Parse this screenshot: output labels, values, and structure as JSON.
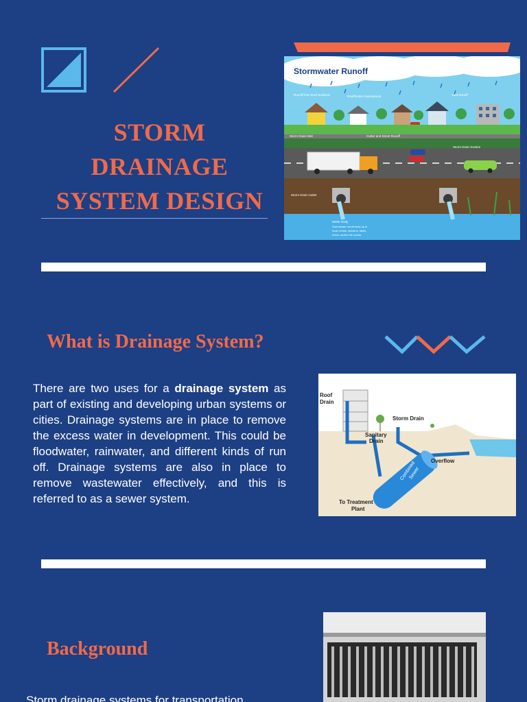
{
  "title": {
    "line1": "STORM",
    "line2": "DRAINAGE",
    "line3": "SYSTEM DESIGN"
  },
  "runoff_figure": {
    "heading": "Stormwater Runoff",
    "labels": {
      "roof_runoff": "Runoff from Roof Surfaces",
      "downspouts": "Roof/Gutter Downspouts",
      "yard_runoff": "Yard Runoff",
      "storm_drain_inlet_top": "Storm Drain Inlet",
      "gutter_street": "Gutter and Street Runoff",
      "storm_drain_system_top": "Storm Drain System",
      "storm_drain_inlet_bottom": "Storm Drain Inlet",
      "storm_drain_system_bottom": "Storm Drain System",
      "storm_drain_outlet": "Storm Drain Outlet",
      "water_body": "Water Body",
      "water_body_note_1": "Stormwater runoff ends up in",
      "water_body_note_2": "local creeks, streams, lakes,",
      "water_body_note_3": "rivers, and/or the ocean."
    }
  },
  "section_what": {
    "heading": "What is Drainage System?",
    "text_pre": "There are two uses for a ",
    "text_bold": "drainage system",
    "text_post": " as part of existing and developing urban systems or cities. Drainage systems are in place to remove the excess water in development. This could be floodwater, rainwater, and different kinds of run off. Drainage systems are also in place to remove wastewater effectively, and this is referred to as a sewer system."
  },
  "drain_figure": {
    "roof_drain_1": "Roof",
    "roof_drain_2": "Drain",
    "storm_drain": "Storm Drain",
    "sanitary_1": "Sanitary",
    "sanitary_2": "Drain",
    "combined_1": "Combined",
    "combined_2": "Sewer",
    "overflow": "Overflow",
    "treatment_1": "To Treatment",
    "treatment_2": "Plant"
  },
  "section_background": {
    "heading": "Background",
    "text": "Storm drainage systems for transportation"
  },
  "colors": {
    "background": "#1d3f84",
    "accent_orange": "#f06a4a",
    "accent_blue": "#5bb8ea",
    "divider": "#ffffff"
  }
}
